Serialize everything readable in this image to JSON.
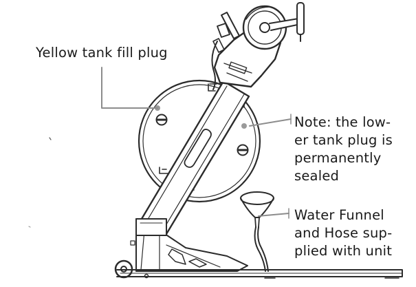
{
  "callouts": {
    "fill_plug": "Yellow tank fill plug",
    "lower_plug": [
      "Note: the low-",
      "er tank plug is",
      "permanently",
      "sealed"
    ],
    "funnel": [
      "Water Funnel",
      "and Hose sup-",
      "plied with unit"
    ]
  },
  "colors": {
    "line": "#2b2b2b",
    "leader": "#8c8c8c",
    "text": "#1a1a1a"
  }
}
